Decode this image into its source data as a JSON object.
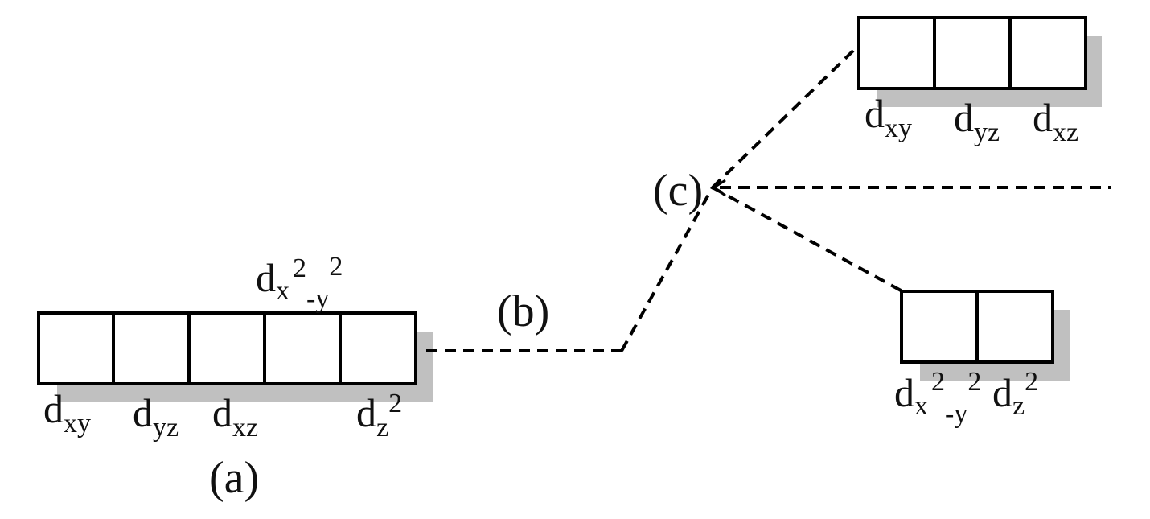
{
  "colors": {
    "line": "#000000",
    "shadow": "#c0c0c0",
    "text": "#111111",
    "background": "#ffffff"
  },
  "panels": {
    "a": "(a)",
    "b": "(b)",
    "c": "(c)"
  },
  "orbitals": {
    "dxy": {
      "d": "d",
      "sub": "xy"
    },
    "dyz": {
      "d": "d",
      "sub": "yz"
    },
    "dxz": {
      "d": "d",
      "sub": "xz"
    },
    "dx2y2": {
      "d": "d",
      "sub1": "x",
      "sup1": "2",
      "sub2": "-y",
      "sup2": "2"
    },
    "dz2": {
      "d": "d",
      "sub": "z",
      "sup": "2"
    }
  }
}
